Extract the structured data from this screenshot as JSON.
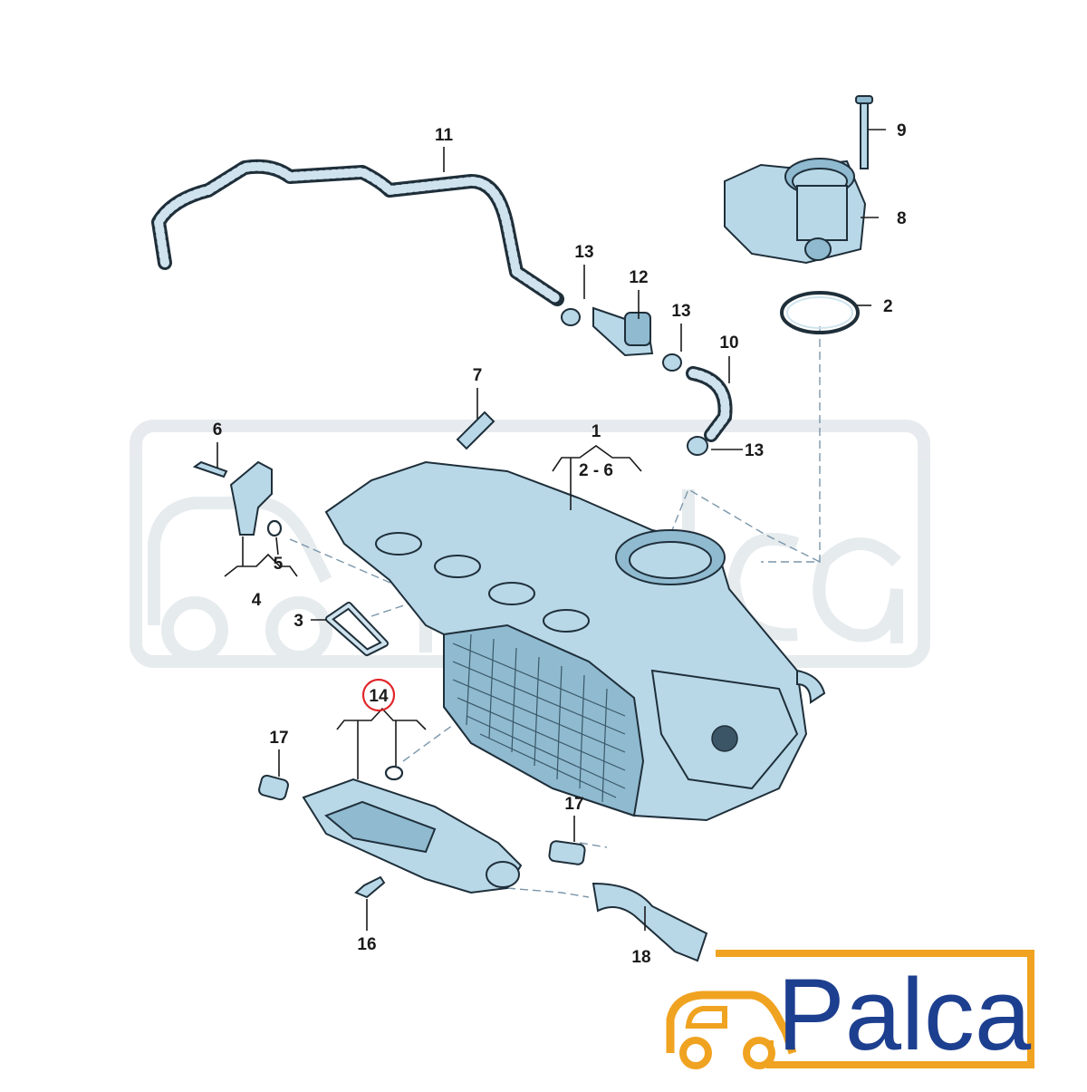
{
  "callouts": {
    "c1": "1",
    "c1_range": "2 - 6",
    "c2": "2",
    "c3": "3",
    "c4": "4",
    "c5": "5",
    "c6": "6",
    "c7": "7",
    "c8": "8",
    "c9": "9",
    "c10": "10",
    "c11": "11",
    "c12": "12",
    "c13a": "13",
    "c13b": "13",
    "c13c": "13",
    "c14": "14",
    "c16": "16",
    "c17a": "17",
    "c17b": "17",
    "c18": "18"
  },
  "highlight": {
    "callout": "14",
    "color": "#e0262b"
  },
  "logo": {
    "text": "Palca",
    "text_color": "#1d3f8f",
    "frame_color": "#f0a320"
  },
  "colors": {
    "part_fill": "#b8d8e8",
    "line": "#1f2f3a"
  }
}
